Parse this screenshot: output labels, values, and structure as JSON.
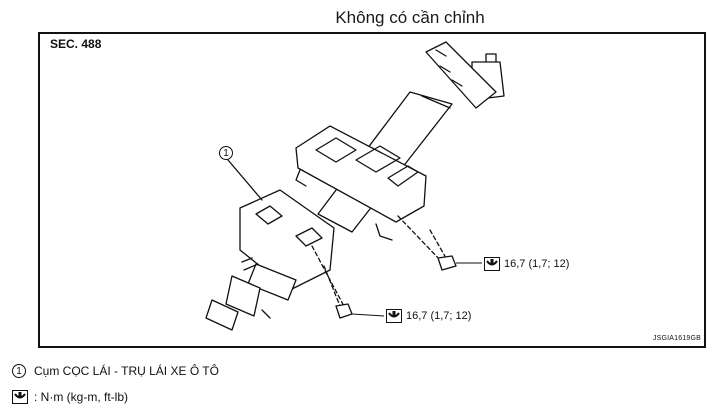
{
  "header": {
    "title": "Không có cần chỉnh"
  },
  "diagram": {
    "section_label": "SEC. 488",
    "drawing_code": "JSGIA1619GB",
    "callout_number": "1",
    "torque_upper": "16,7 (1,7; 12)",
    "torque_lower": "16,7 (1,7; 12)"
  },
  "legend": {
    "item_number": "1",
    "item_label": "Cụm CỌC LÁI - TRỤ LÁI XE Ô TÔ",
    "torque_unit_label": ": N·m (kg-m, ft-lb)"
  },
  "icons": {
    "callout": "circled-number",
    "torque": "torque-wrench-icon"
  }
}
